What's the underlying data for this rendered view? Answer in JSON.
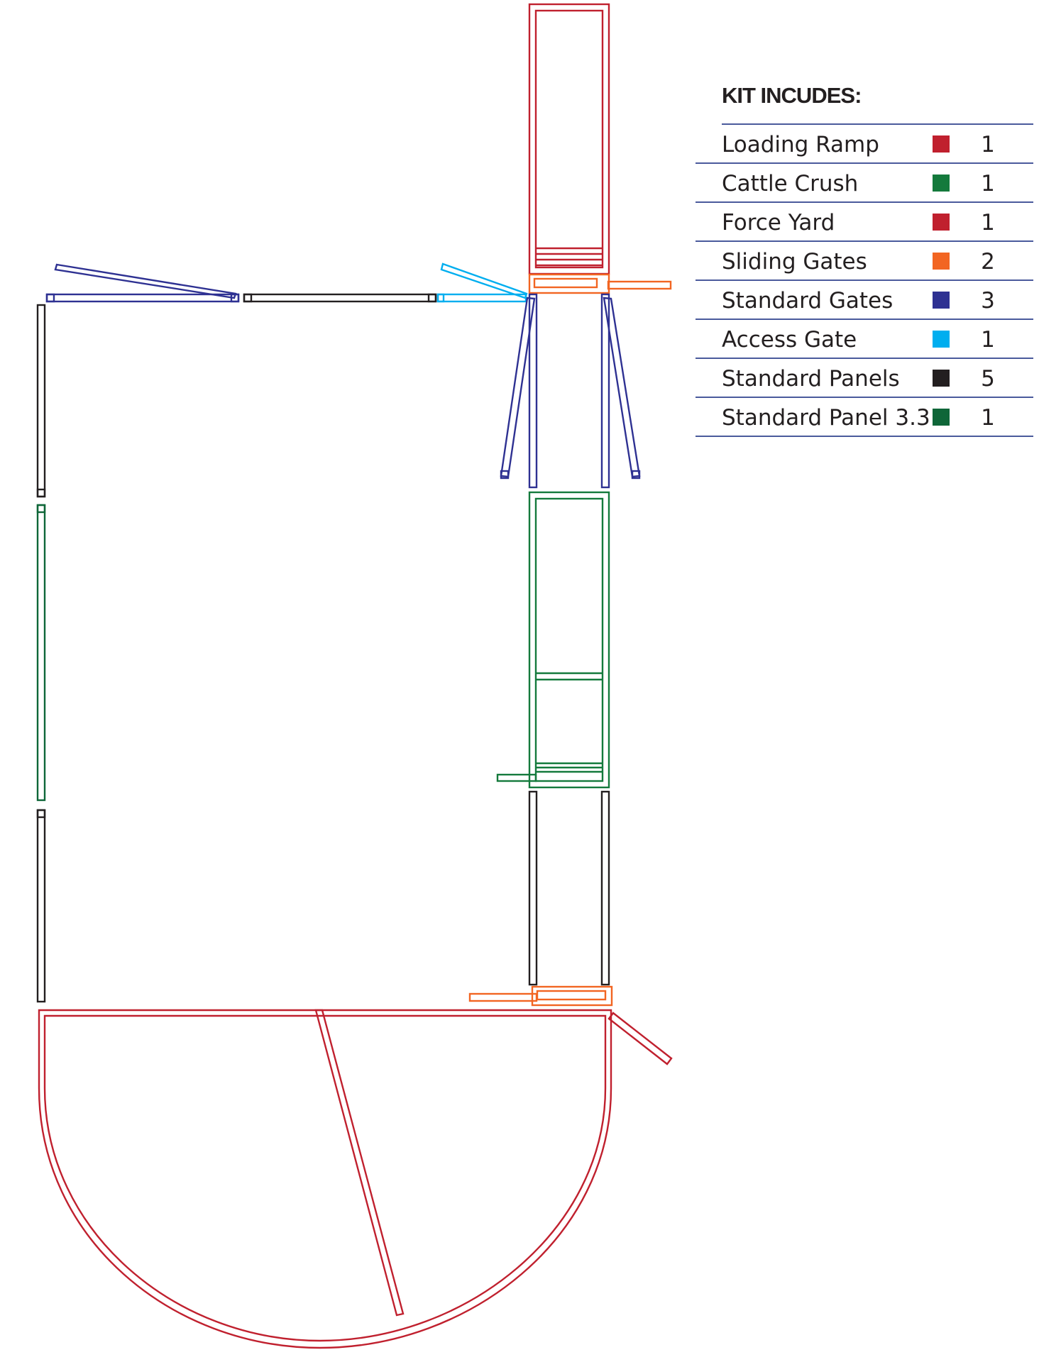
{
  "colors": {
    "red": "#c0202e",
    "green": "#147a3c",
    "dark_green": "#0e6638",
    "orange": "#f26522",
    "navy": "#2e3192",
    "light_blue": "#00aeef",
    "black": "#231f20",
    "rule": "#4a5a9c"
  },
  "legend": {
    "title": "KIT INCUDES:",
    "items": [
      {
        "name": "Loading Ramp",
        "color": "#c0202e",
        "count": "1"
      },
      {
        "name": "Cattle Crush",
        "color": "#147a3c",
        "count": "1"
      },
      {
        "name": "Force Yard",
        "color": "#c0202e",
        "count": "1"
      },
      {
        "name": "Sliding Gates",
        "color": "#f26522",
        "count": "2"
      },
      {
        "name": "Standard Gates",
        "color": "#2e3192",
        "count": "3"
      },
      {
        "name": "Access Gate",
        "color": "#00aeef",
        "count": "1"
      },
      {
        "name": "Standard Panels",
        "color": "#231f20",
        "count": "5"
      },
      {
        "name": "Standard Panel 3.3",
        "color": "#0e6638",
        "count": "1"
      }
    ]
  }
}
